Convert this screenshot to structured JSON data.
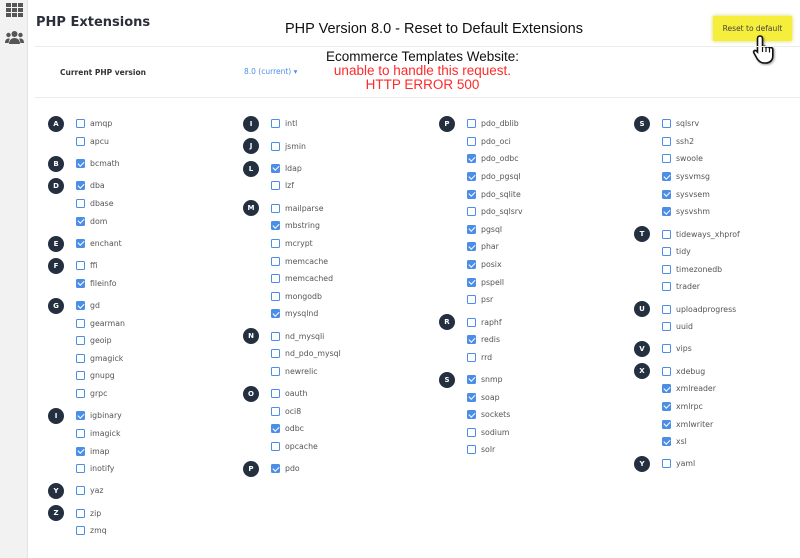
{
  "page_title": "PHP Extensions",
  "overlay_title": "PHP Version 8.0 - Reset to Default Extensions",
  "reset_button": "Reset to default",
  "current_version_label": "Current PHP version",
  "current_version_value": "8.0 (current) ▾",
  "error_message": {
    "line1": "Ecommerce Templates Website:",
    "line2": "unable to handle this request.",
    "line3": "HTTP ERROR 500"
  },
  "colors": {
    "accent": "#4b8ee8",
    "badge": "#243040",
    "highlight": "#f5ee3a",
    "error": "#ff2a2a"
  },
  "columns": [
    [
      {
        "letter": "A",
        "items": [
          {
            "name": "amqp",
            "checked": false
          },
          {
            "name": "apcu",
            "checked": false
          }
        ]
      },
      {
        "letter": "B",
        "items": [
          {
            "name": "bcmath",
            "checked": true
          }
        ]
      },
      {
        "letter": "D",
        "items": [
          {
            "name": "dba",
            "checked": true
          },
          {
            "name": "dbase",
            "checked": false
          },
          {
            "name": "dom",
            "checked": true
          }
        ]
      },
      {
        "letter": "E",
        "items": [
          {
            "name": "enchant",
            "checked": true
          }
        ]
      },
      {
        "letter": "F",
        "items": [
          {
            "name": "ffi",
            "checked": false
          },
          {
            "name": "fileinfo",
            "checked": true
          }
        ]
      },
      {
        "letter": "G",
        "items": [
          {
            "name": "gd",
            "checked": true
          },
          {
            "name": "gearman",
            "checked": false
          },
          {
            "name": "geoip",
            "checked": false
          },
          {
            "name": "gmagick",
            "checked": false
          },
          {
            "name": "gnupg",
            "checked": false
          },
          {
            "name": "grpc",
            "checked": false
          }
        ]
      },
      {
        "letter": "I",
        "items": [
          {
            "name": "igbinary",
            "checked": true
          },
          {
            "name": "imagick",
            "checked": false
          },
          {
            "name": "imap",
            "checked": true
          },
          {
            "name": "inotify",
            "checked": false
          }
        ]
      },
      {
        "letter": "Y",
        "items": [
          {
            "name": "yaz",
            "checked": false
          }
        ]
      },
      {
        "letter": "Z",
        "items": [
          {
            "name": "zip",
            "checked": false
          },
          {
            "name": "zmq",
            "checked": false
          }
        ]
      }
    ],
    [
      {
        "letter": "I",
        "items": [
          {
            "name": "intl",
            "checked": false
          }
        ]
      },
      {
        "letter": "J",
        "items": [
          {
            "name": "jsmin",
            "checked": false
          }
        ]
      },
      {
        "letter": "L",
        "items": [
          {
            "name": "ldap",
            "checked": true
          },
          {
            "name": "lzf",
            "checked": false
          }
        ]
      },
      {
        "letter": "M",
        "items": [
          {
            "name": "mailparse",
            "checked": false
          },
          {
            "name": "mbstring",
            "checked": true
          },
          {
            "name": "mcrypt",
            "checked": false
          },
          {
            "name": "memcache",
            "checked": false
          },
          {
            "name": "memcached",
            "checked": false
          },
          {
            "name": "mongodb",
            "checked": false
          },
          {
            "name": "mysqlnd",
            "checked": true
          }
        ]
      },
      {
        "letter": "N",
        "items": [
          {
            "name": "nd_mysqli",
            "checked": false
          },
          {
            "name": "nd_pdo_mysql",
            "checked": false
          },
          {
            "name": "newrelic",
            "checked": false
          }
        ]
      },
      {
        "letter": "O",
        "items": [
          {
            "name": "oauth",
            "checked": false
          },
          {
            "name": "oci8",
            "checked": false
          },
          {
            "name": "odbc",
            "checked": true
          },
          {
            "name": "opcache",
            "checked": false
          }
        ]
      },
      {
        "letter": "P",
        "items": [
          {
            "name": "pdo",
            "checked": true
          }
        ]
      }
    ],
    [
      {
        "letter": "P",
        "items": [
          {
            "name": "pdo_dblib",
            "checked": false
          },
          {
            "name": "pdo_oci",
            "checked": false
          },
          {
            "name": "pdo_odbc",
            "checked": true
          },
          {
            "name": "pdo_pgsql",
            "checked": true
          },
          {
            "name": "pdo_sqlite",
            "checked": true
          },
          {
            "name": "pdo_sqlsrv",
            "checked": false
          },
          {
            "name": "pgsql",
            "checked": true
          },
          {
            "name": "phar",
            "checked": true
          },
          {
            "name": "posix",
            "checked": true
          },
          {
            "name": "pspell",
            "checked": true
          },
          {
            "name": "psr",
            "checked": false
          }
        ]
      },
      {
        "letter": "R",
        "items": [
          {
            "name": "raphf",
            "checked": false
          },
          {
            "name": "redis",
            "checked": true
          },
          {
            "name": "rrd",
            "checked": false
          }
        ]
      },
      {
        "letter": "S",
        "items": [
          {
            "name": "snmp",
            "checked": true
          },
          {
            "name": "soap",
            "checked": true
          },
          {
            "name": "sockets",
            "checked": true
          },
          {
            "name": "sodium",
            "checked": false
          },
          {
            "name": "solr",
            "checked": false
          }
        ]
      }
    ],
    [
      {
        "letter": "S",
        "items": [
          {
            "name": "sqlsrv",
            "checked": false
          },
          {
            "name": "ssh2",
            "checked": false
          },
          {
            "name": "swoole",
            "checked": false
          },
          {
            "name": "sysvmsg",
            "checked": true
          },
          {
            "name": "sysvsem",
            "checked": true
          },
          {
            "name": "sysvshm",
            "checked": true
          }
        ]
      },
      {
        "letter": "T",
        "items": [
          {
            "name": "tideways_xhprof",
            "checked": false
          },
          {
            "name": "tidy",
            "checked": false
          },
          {
            "name": "timezonedb",
            "checked": false
          },
          {
            "name": "trader",
            "checked": false
          }
        ]
      },
      {
        "letter": "U",
        "items": [
          {
            "name": "uploadprogress",
            "checked": false
          },
          {
            "name": "uuid",
            "checked": false
          }
        ]
      },
      {
        "letter": "V",
        "items": [
          {
            "name": "vips",
            "checked": false
          }
        ]
      },
      {
        "letter": "X",
        "items": [
          {
            "name": "xdebug",
            "checked": false
          },
          {
            "name": "xmlreader",
            "checked": true
          },
          {
            "name": "xmlrpc",
            "checked": true
          },
          {
            "name": "xmlwriter",
            "checked": true
          },
          {
            "name": "xsl",
            "checked": true
          }
        ]
      },
      {
        "letter": "Y",
        "items": [
          {
            "name": "yaml",
            "checked": false
          }
        ]
      }
    ]
  ]
}
